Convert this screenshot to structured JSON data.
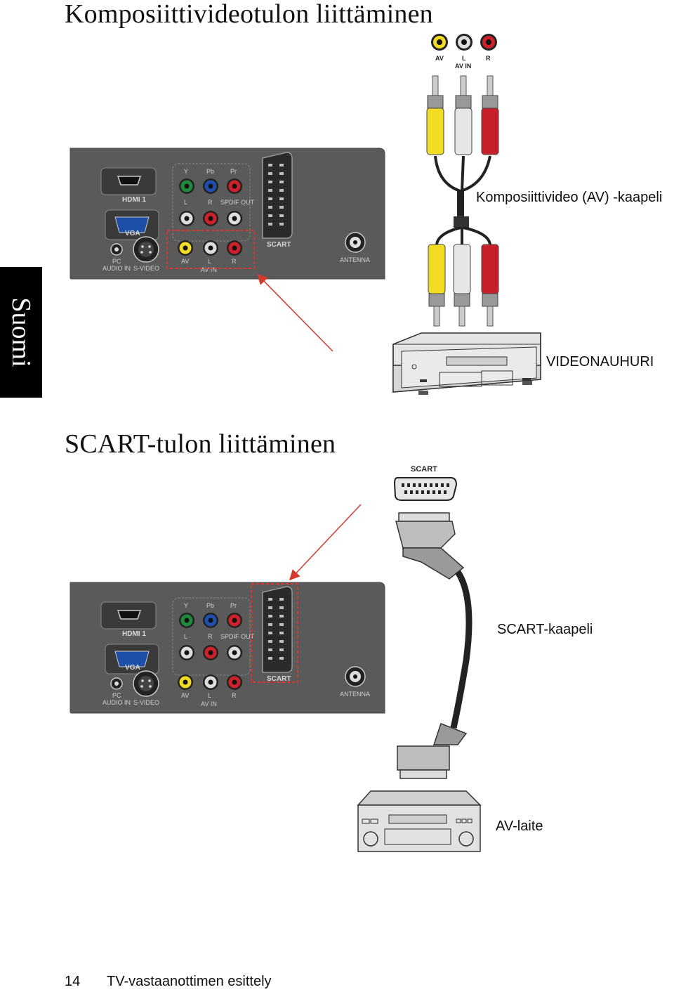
{
  "section1": {
    "title": "Komposiittivideotulon liittäminen",
    "cable_label": "Komposiittivideo (AV) -kaapeli",
    "device_label": "VIDEONAUHURI",
    "jack_labels": {
      "av": "AV",
      "l": "L",
      "r": "R",
      "group": "AV IN"
    }
  },
  "section2": {
    "title": "SCART-tulon liittäminen",
    "cable_label": "SCART-kaapeli",
    "device_label": "AV-laite",
    "connector_label": "SCART"
  },
  "side_tab": "Suomi",
  "panel": {
    "hdmi": "HDMI 1",
    "vga": "VGA",
    "y": "Y",
    "pb": "Pb",
    "pr": "Pr",
    "l": "L",
    "r": "R",
    "spdif": "SPDIF OUT",
    "scart": "SCART",
    "pc": "PC",
    "audio_in": "AUDIO IN",
    "svideo": "S-VIDEO",
    "av": "AV",
    "av_in": "AV IN",
    "antenna": "ANTENNA"
  },
  "footer": {
    "page_number": "14",
    "title": "TV-vastaanottimen esittely"
  },
  "colors": {
    "panel": "#5a5a5a",
    "highlight": "#e0352b",
    "arrow": "#d23a2e",
    "jack_yellow": "#f2dc23",
    "jack_red": "#d0202a",
    "jack_green": "#1f8a3b",
    "jack_blue": "#1f4fb0"
  }
}
